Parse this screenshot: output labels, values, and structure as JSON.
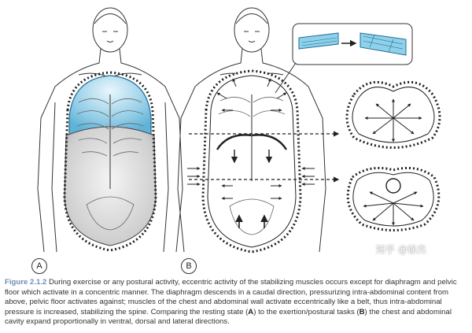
{
  "panels": {
    "a_label": "A",
    "b_label": "B"
  },
  "caption": {
    "figure_number": "Figure 2.1.2",
    "text_part1": "During exercise or any postural activity, eccentric activity of the stabilizing muscles occurs except for diaphragm and pelvic floor which activate in a concentric manner. The diaphragm descends in a caudal direction, pressurizing intra-abdominal content from above, pelvic floor activates against; muscles of the chest and abdominal wall activate eccentrically like a belt, thus intra-abdominal pressure is increased, stabilizing the spine. Comparing the resting state (",
    "ref_a": "A",
    "text_part2": ") to the exertion/postural tasks (",
    "ref_b": "B",
    "text_part3": ") the chest and abdominal cavity expand proportionally in ventral, dorsal and lateral directions."
  },
  "watermark": "知乎 @徐杰",
  "colors": {
    "diaphragm_fill": "#9fd3ea",
    "abdomen_fill": "#d8d8d8",
    "line": "#222222",
    "caption_figure": "#6a8fb3"
  }
}
